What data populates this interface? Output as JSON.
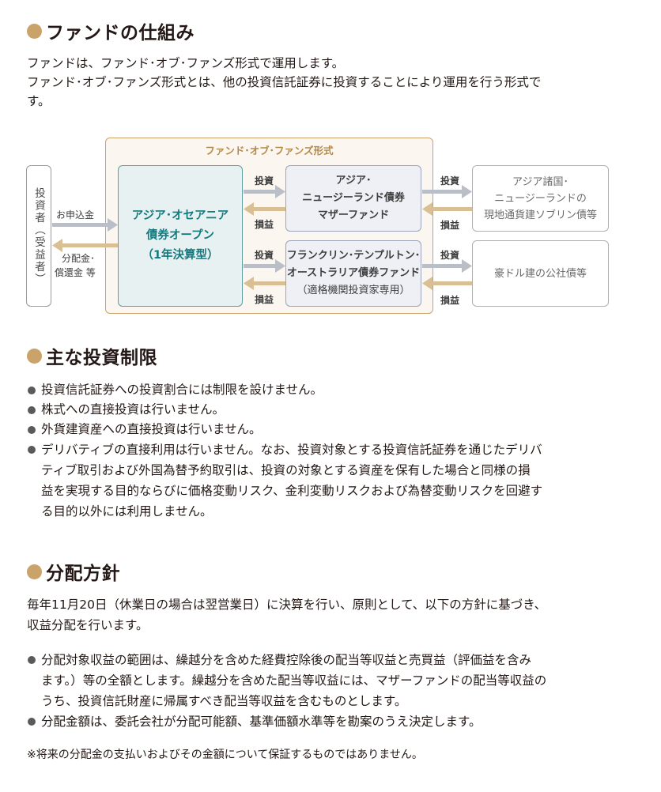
{
  "sections": {
    "structure": {
      "title": "ファンドの仕組み",
      "intro_line1": "ファンドは、ファンド･オブ･ファンズ形式で運用します。",
      "intro_line2": "ファンド･オブ･ファンズ形式とは、他の投資信託証券に投資することにより運用を行う形式で",
      "intro_line3": "す。"
    },
    "restrictions": {
      "title": "主な投資制限",
      "items": [
        "投資信託証券への投資割合には制限を設けません。",
        "株式への直接投資は行いません。",
        "外貨建資産への直接投資は行いません。"
      ],
      "item4_lines": [
        "デリバティブの直接利用は行いません。なお、投資対象とする投資信託証券を通じたデリバ",
        "ティブ取引および外国為替予約取引は、投資の対象とする資産を保有した場合と同様の損",
        "益を実現する目的ならびに価格変動リスク、金利変動リスクおよび為替変動リスクを回避す",
        "る目的以外には利用しません。"
      ]
    },
    "distribution": {
      "title": "分配方針",
      "intro_line1": "毎年11月20日（休業日の場合は翌営業日）に決算を行い、原則として、以下の方針に基づき、",
      "intro_line2": "収益分配を行います。",
      "item1_lines": [
        "分配対象収益の範囲は、繰越分を含めた経費控除後の配当等収益と売買益（評価益を含み",
        "ます。）等の全額とします。繰越分を含めた配当等収益には、マザーファンドの配当等収益の",
        "うち、投資信託財産に帰属すべき配当等収益を含むものとします。"
      ],
      "item2": "分配金額は、委託会社が分配可能額、基準価額水準等を勘案のうえ決定します。",
      "note": "※将来の分配金の支払いおよびその金額について保証するものではありません。"
    }
  },
  "diagram": {
    "frame_title": "ファンド･オブ･ファンズ形式",
    "investor": "投資者（受益者）",
    "apply_label": "お申込金",
    "payout_label_line1": "分配金･",
    "payout_label_line2": "償還金 等",
    "main_fund_line1": "アジア･オセアニア",
    "main_fund_line2": "債券オープン",
    "main_fund_line3": "（1年決算型）",
    "mother1_line1": "アジア･",
    "mother1_line2": "ニュージーランド債券",
    "mother1_line3": "マザーファンド",
    "mother2_line1": "フランクリン･テンプルトン･",
    "mother2_line2": "オーストラリア債券ファンド",
    "mother2_line3": "（適格機関投資家専用）",
    "target1_line1": "アジア諸国･",
    "target1_line2": "ニュージーランドの",
    "target1_line3": "現地通貨建ソブリン債等",
    "target2": "豪ドル建の公社債等",
    "invest_label": "投資",
    "return_label": "損益"
  },
  "colors": {
    "accent_gold": "#c9a36a",
    "teal": "#127a7e",
    "arrow_gray": "#b9bec7",
    "arrow_tan": "#d9bf94"
  }
}
